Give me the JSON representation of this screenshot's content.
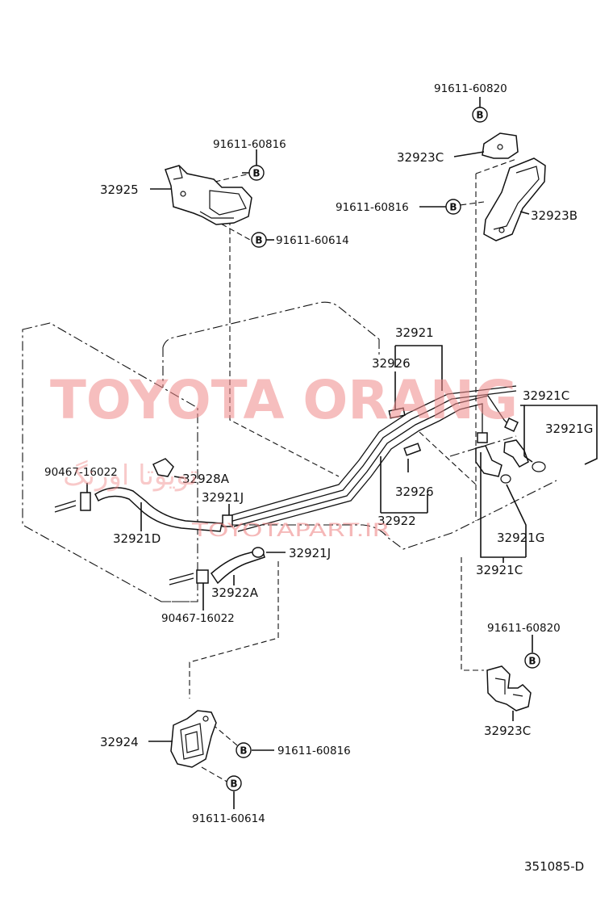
{
  "watermark": {
    "main": "TOYOTA ORANG",
    "persian": "تویوتا اورنگ",
    "site": "TOYOTAPART.IR"
  },
  "diagram_code": "351085-D",
  "parts": {
    "p91611_60820_top": "91611-60820",
    "p32923C_top": "32923C",
    "p91611_60816_right": "91611-60816",
    "p32923B": "32923B",
    "p91611_60816_left": "91611-60816",
    "p32925": "32925",
    "p91611_60614_top": "91611-60614",
    "p32921": "32921",
    "p32926_top": "32926",
    "p32921C_right": "32921C",
    "p32921G_right": "32921G",
    "p90467_16022_left": "90467-16022",
    "p32928A": "32928A",
    "p32921J_top": "32921J",
    "p32921D": "32921D",
    "p32926_mid": "32926",
    "p32922": "32922",
    "p32921J_bottom": "32921J",
    "p32922A": "32922A",
    "p32921G_mid": "32921G",
    "p90467_16022_bottom": "90467-16022",
    "p32921C_bottom": "32921C",
    "p91611_60820_bottom": "91611-60820",
    "p32923C_bottom": "32923C",
    "p32924": "32924",
    "p91611_60816_bottom": "91611-60816",
    "p91611_60614_bottom": "91611-60614"
  },
  "bolt_marker": "B"
}
